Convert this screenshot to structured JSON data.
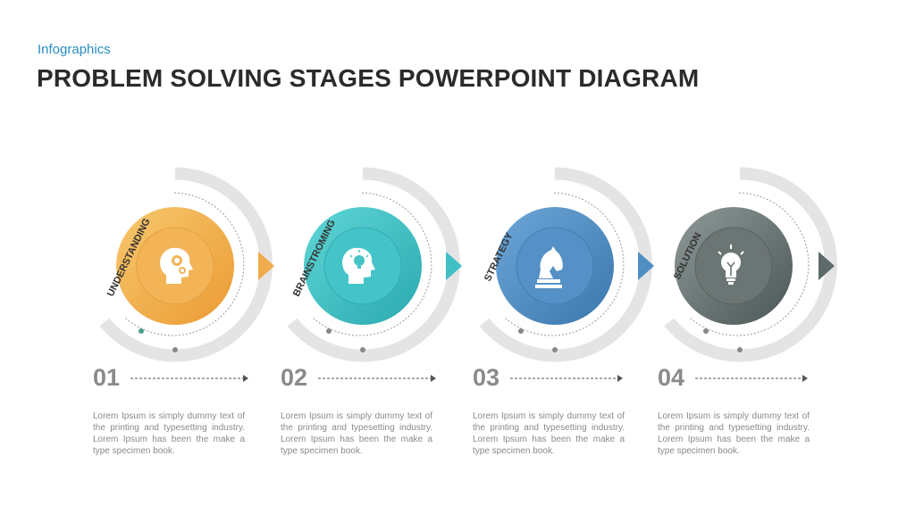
{
  "header": {
    "subtitle": "Infographics",
    "title": "PROBLEM SOLVING STAGES POWERPOINT DIAGRAM"
  },
  "stages": [
    {
      "label": "UNDERSTANDING",
      "number": "01",
      "icon": "head-gears-icon",
      "color": "#f0ac4c",
      "text": "Lorem Ipsum is simply dummy text of the printing and typesetting industry. Lorem Ipsum has been the make a type specimen book."
    },
    {
      "label": "BRAINSTROMING",
      "number": "02",
      "icon": "head-lightbulb-icon",
      "color": "#3fc0c6",
      "text": "Lorem Ipsum is simply dummy text of the printing and typesetting industry. Lorem Ipsum has been the make a type specimen book."
    },
    {
      "label": "STRATEGY",
      "number": "03",
      "icon": "chess-knight-icon",
      "color": "#4f8fc4",
      "text": "Lorem Ipsum is simply dummy text of the printing and typesetting industry. Lorem Ipsum has been the make a type specimen book."
    },
    {
      "label": "SOLUTION",
      "number": "04",
      "icon": "lightbulb-icon",
      "color": "#5e6a6a",
      "text": "Lorem Ipsum is simply dummy text of the printing and typesetting industry. Lorem Ipsum has been the make a type specimen book."
    }
  ]
}
